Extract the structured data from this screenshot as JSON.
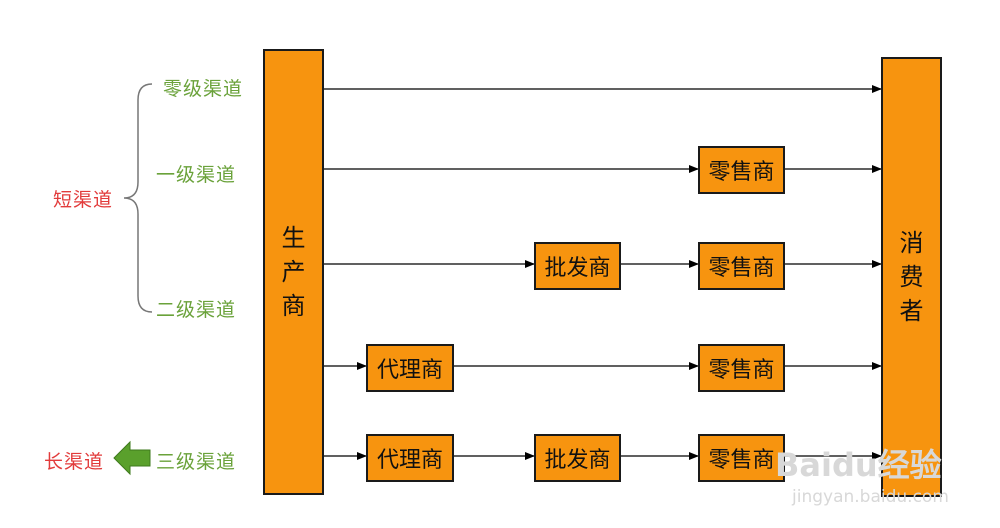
{
  "nodes": {
    "producer": [
      "生",
      "产",
      "商"
    ],
    "consumer": [
      "消",
      "费",
      "者"
    ],
    "retailer": "零售商",
    "wholesaler": "批发商",
    "agent": "代理商"
  },
  "labels": {
    "zero_level": "零级渠道",
    "one_level": "一级渠道",
    "two_level": "二级渠道",
    "three_level": "三级渠道",
    "short_channel": "短渠道",
    "long_channel": "长渠道"
  },
  "watermark": {
    "brand": "Baidu经验",
    "url": "jingyan.baidu.com"
  },
  "colors": {
    "box_fill": "#f7940f",
    "label_green": "#6aa23a",
    "label_red": "#e23b3b",
    "arrow_green": "#5aa02c"
  }
}
